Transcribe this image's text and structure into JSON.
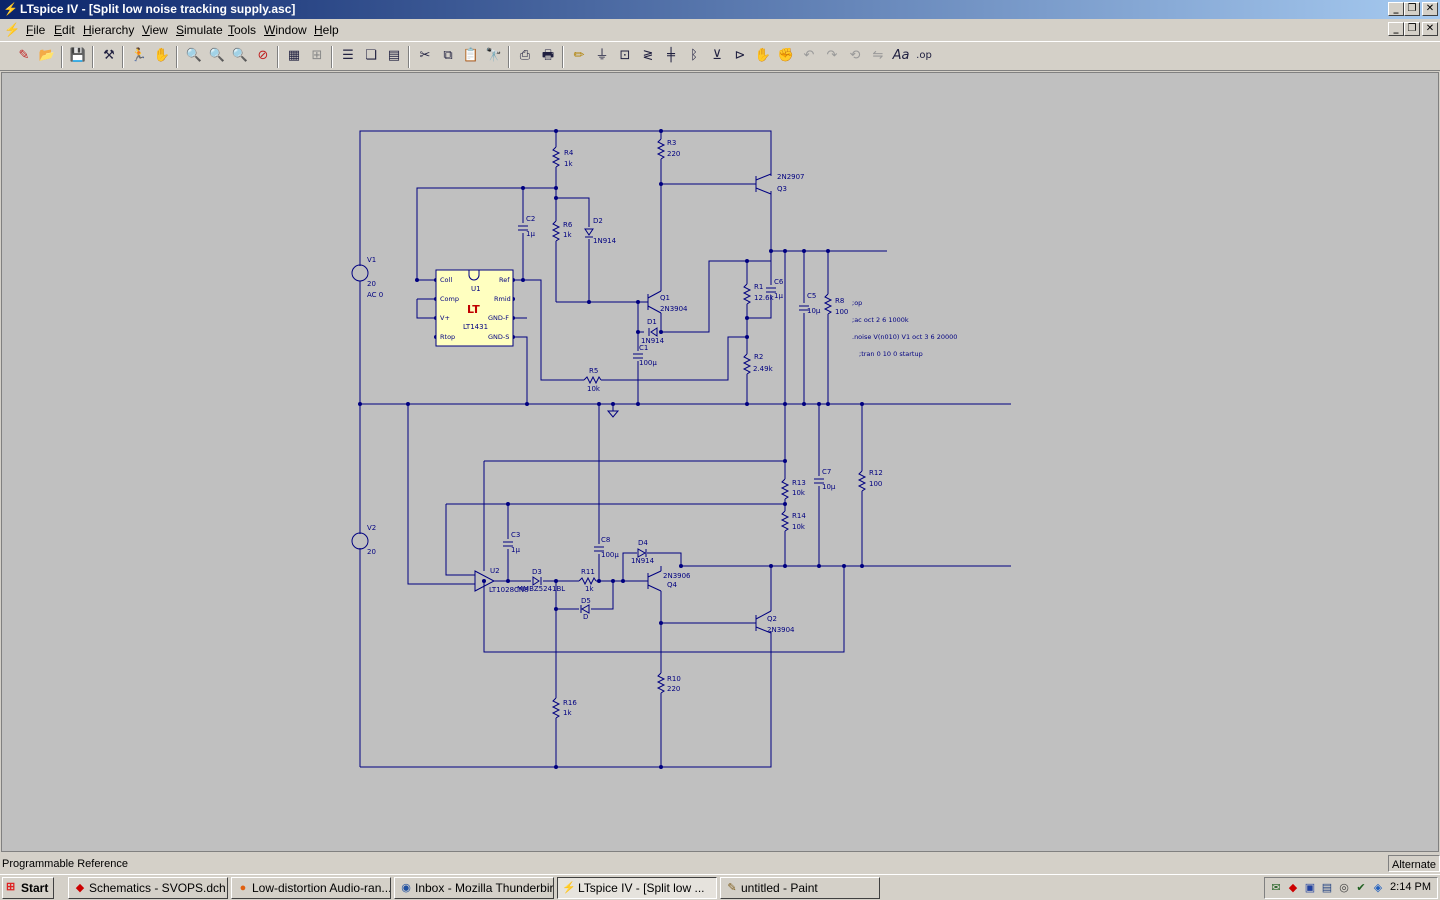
{
  "window": {
    "title": "LTspice IV - [Split low noise tracking supply.asc]"
  },
  "menu": [
    {
      "label": "File",
      "u": "F",
      "rest": "ile"
    },
    {
      "label": "Edit",
      "u": "E",
      "rest": "dit"
    },
    {
      "label": "Hierarchy",
      "u": "H",
      "rest": "ierarchy"
    },
    {
      "label": "View",
      "u": "V",
      "rest": "iew"
    },
    {
      "label": "Simulate",
      "u": "S",
      "rest": "imulate"
    },
    {
      "label": "Tools",
      "u": "T",
      "rest": "ools"
    },
    {
      "label": "Window",
      "u": "W",
      "rest": "indow"
    },
    {
      "label": "Help",
      "u": "H",
      "rest": "elp"
    }
  ],
  "status": {
    "left": "Programmable Reference",
    "right": "Alternate"
  },
  "taskbar": {
    "start": "Start",
    "tasks": [
      "Schematics - SVOPS.dch",
      "Low-distortion Audio-ran...",
      "Inbox - Mozilla Thunderbird",
      "LTspice IV - [Split low ...",
      "untitled - Paint"
    ],
    "clock": "2:14 PM"
  },
  "schematic": {
    "parts": {
      "V1": [
        "V1",
        "20",
        "AC 0"
      ],
      "V2": [
        "V2",
        "20"
      ],
      "R4": [
        "R4",
        "1k"
      ],
      "R3": [
        "R3",
        "220"
      ],
      "Q3": [
        "2N2907",
        "Q3"
      ],
      "C2": [
        "C2",
        "1µ"
      ],
      "R6": [
        "R6",
        "1k"
      ],
      "D2": [
        "D2",
        "1N914"
      ],
      "U1": [
        "U1",
        "LT1431"
      ],
      "U1pins": [
        "Coll",
        "Comp",
        "V+",
        "Rtop",
        "Ref",
        "Rmid",
        "GND-F",
        "GND-S"
      ],
      "Q1": [
        "Q1",
        "2N3904"
      ],
      "D1": [
        "D1",
        "1N914"
      ],
      "C1": [
        "C1",
        "100µ"
      ],
      "R5": [
        "R5",
        "10k"
      ],
      "R1": [
        "R1",
        "12.6k"
      ],
      "C6": [
        "C6",
        "1µ"
      ],
      "R2": [
        "R2",
        "2.49k"
      ],
      "C5": [
        "C5",
        "10µ"
      ],
      "R8": [
        "R8",
        "100"
      ],
      "R13": [
        "R13",
        "10k"
      ],
      "R14": [
        "R14",
        "10k"
      ],
      "C7": [
        "C7",
        "10µ"
      ],
      "R12": [
        "R12",
        "100"
      ],
      "C3": [
        "C3",
        "1µ"
      ],
      "C8": [
        "C8",
        "100µ"
      ],
      "D4": [
        "D4",
        "1N914"
      ],
      "U2": [
        "U2",
        "LT1028CN8"
      ],
      "D3": [
        "D3",
        "MMBZ5241BL"
      ],
      "R11": [
        "R11",
        "1k"
      ],
      "Q4": [
        "2N3906",
        "Q4"
      ],
      "D5": [
        "D5",
        "D"
      ],
      "Q2": [
        "Q2",
        "2N3904"
      ],
      "R10": [
        "R10",
        "220"
      ],
      "R16": [
        "R16",
        "1k"
      ]
    },
    "directives": [
      ";op",
      ";ac oct 2 6 1000k",
      ".noise V(n010) V1 oct 3 6 20000",
      ";tran 0 10 0 startup"
    ]
  }
}
